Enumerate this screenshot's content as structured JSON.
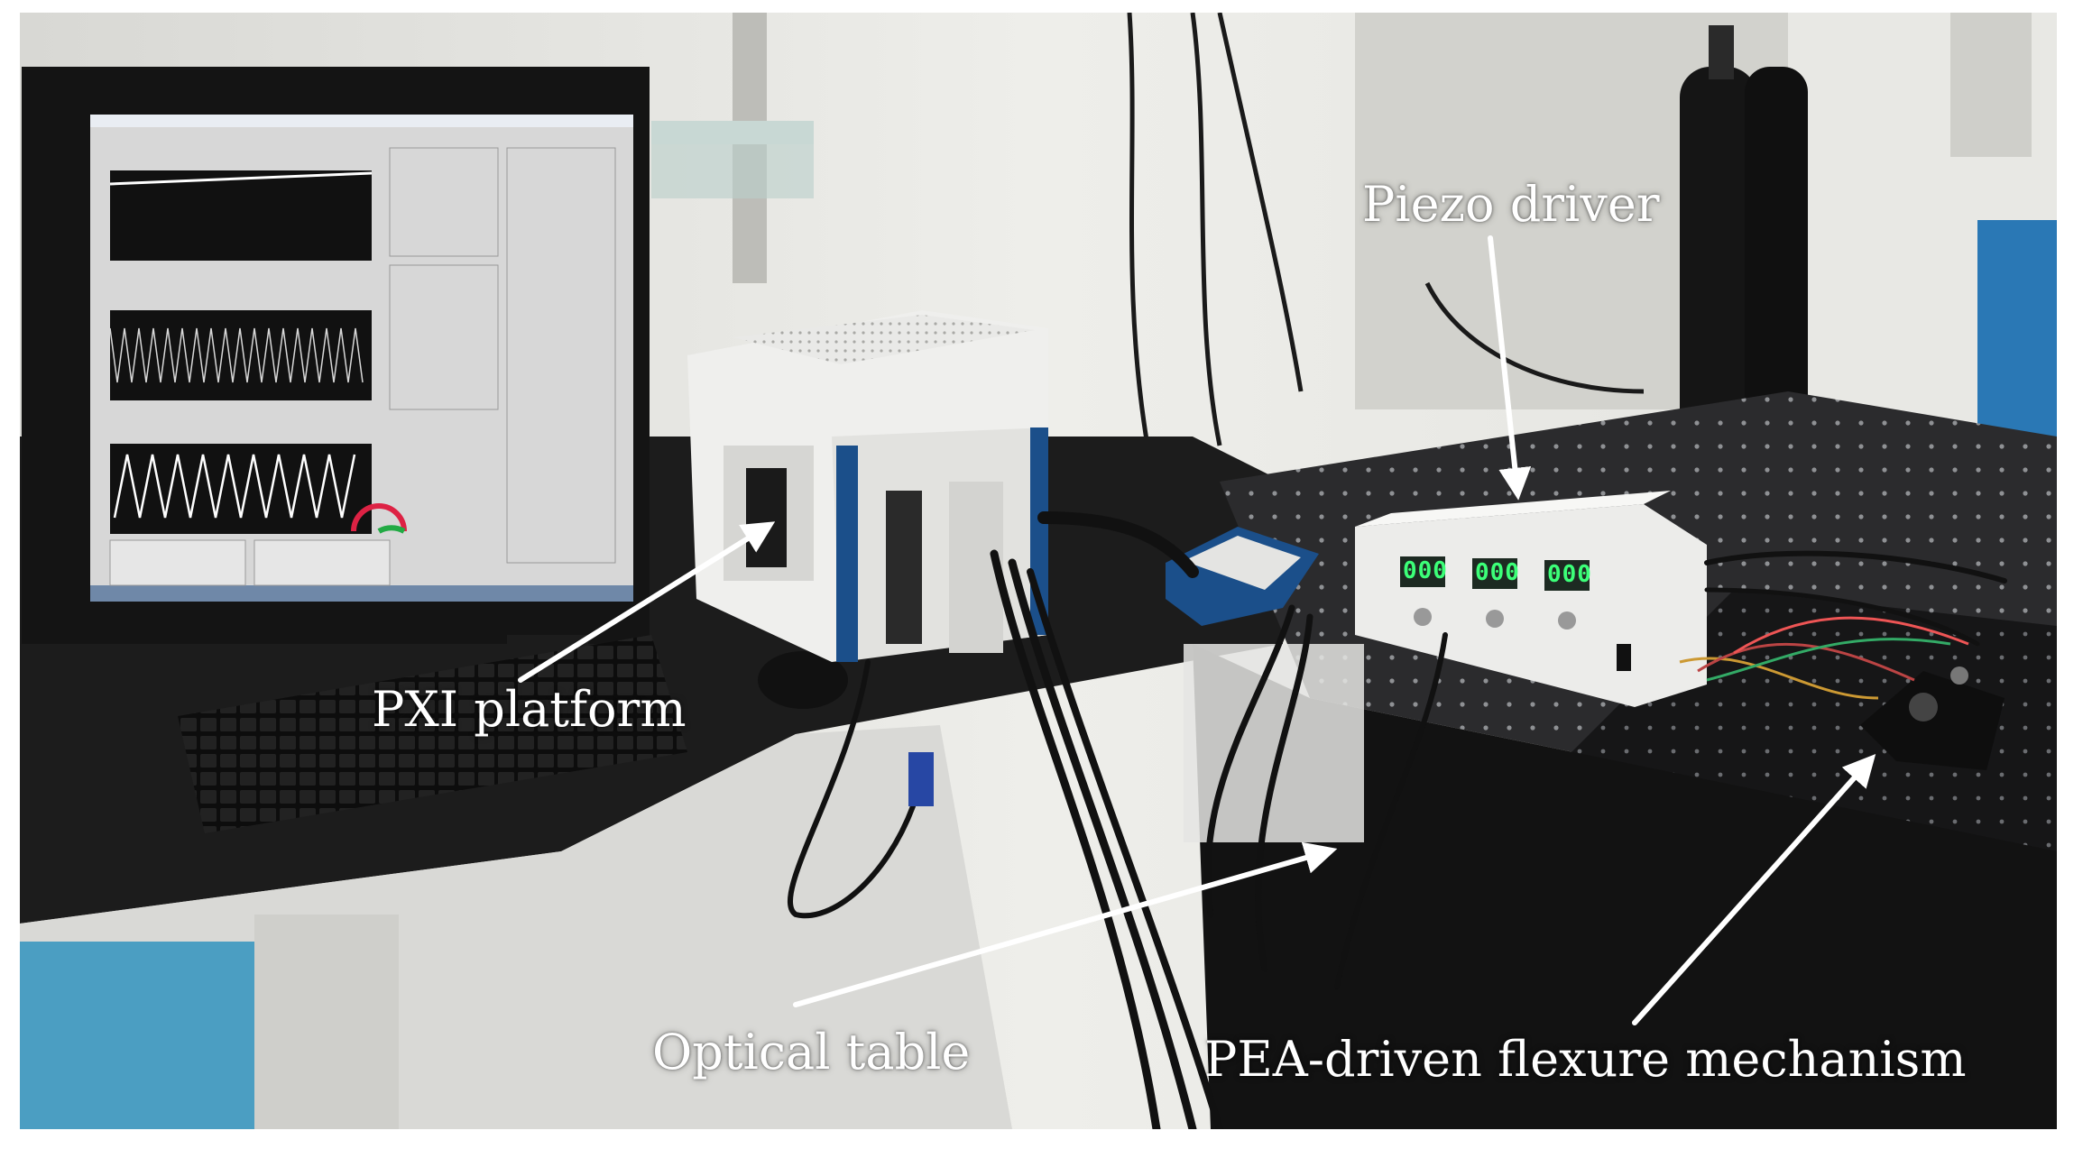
{
  "labels": {
    "pxi_platform": "PXI platform",
    "piezo_driver": "Piezo driver",
    "optical_table": "Optical table",
    "pea_mechanism": "PEA-driven flexure mechanism"
  },
  "driver_readouts": [
    "000",
    "000",
    "000"
  ],
  "colors": {
    "label_text": "#ffffff",
    "arrow": "#ffffff",
    "wall": "#e6e6e2",
    "desk": "#1c1c1c",
    "optical_table": "#2b2b2d",
    "pxi_chassis": "#f2f2f0",
    "ni_blue": "#1b4f8a",
    "monitor_bezel": "#141414",
    "screen_bg": "#d7d7d7",
    "waveform_bg": "#111111",
    "display_green": "#3cff78"
  },
  "objects": [
    "monitor",
    "labview-screen",
    "keyboard",
    "mouse",
    "pxi-chassis",
    "usb-daq",
    "piezo-driver",
    "optical-table",
    "flexure-mechanism",
    "gas-cylinders",
    "cables"
  ]
}
